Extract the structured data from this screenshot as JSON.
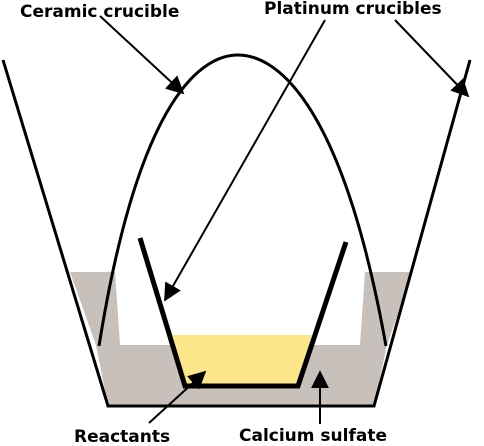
{
  "labels": {
    "ceramic_crucible": "Ceramic crucible",
    "platinum_crucibles": "Platinum crucibles",
    "reactants": "Reactants",
    "calcium_sulfate": "Calcium sulfate"
  },
  "colors": {
    "calcium_sulfate_fill": "#c8c0bb",
    "reactants_fill": "#fde68a",
    "outline": "#000000",
    "background": "#ffffff"
  }
}
